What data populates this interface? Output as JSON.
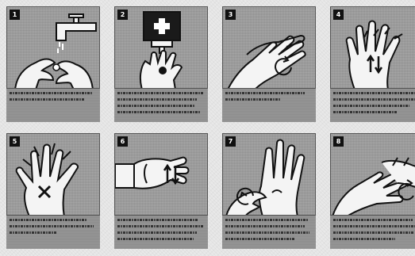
{
  "steps": [
    {
      "number": "1",
      "icon": "hands-under-faucet-icon"
    },
    {
      "number": "2",
      "icon": "soap-dispenser-icon"
    },
    {
      "number": "3",
      "icon": "rub-palms-icon"
    },
    {
      "number": "4",
      "icon": "interlace-fingers-icon"
    },
    {
      "number": "5",
      "icon": "back-of-hands-icon"
    },
    {
      "number": "6",
      "icon": "interlocked-fingers-icon"
    },
    {
      "number": "7",
      "icon": "rotational-thumb-rub-icon"
    },
    {
      "number": "8",
      "icon": "fingertips-rub-icon"
    }
  ]
}
